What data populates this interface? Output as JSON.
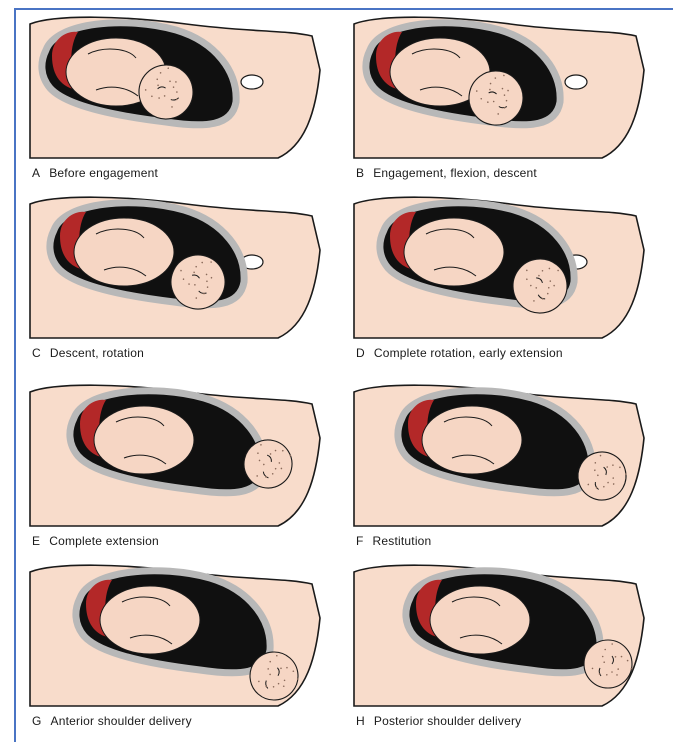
{
  "panels": [
    {
      "letter": "A",
      "caption": "Before engagement"
    },
    {
      "letter": "B",
      "caption": "Engagement, flexion, descent"
    },
    {
      "letter": "C",
      "caption": "Descent, rotation"
    },
    {
      "letter": "D",
      "caption": "Complete rotation, early extension"
    },
    {
      "letter": "E",
      "caption": "Complete extension"
    },
    {
      "letter": "F",
      "caption": "Restitution"
    },
    {
      "letter": "G",
      "caption": "Anterior shoulder delivery"
    },
    {
      "letter": "H",
      "caption": "Posterior shoulder delivery"
    }
  ],
  "colors": {
    "frame": "#4a74c4",
    "body_skin": "#f8dccb",
    "outline": "#1a1a1a",
    "uterine_wall": "#b8b8b8",
    "placenta": "#b32828",
    "cavity": "#101010",
    "fetus_skin": "#f6d6c4"
  }
}
